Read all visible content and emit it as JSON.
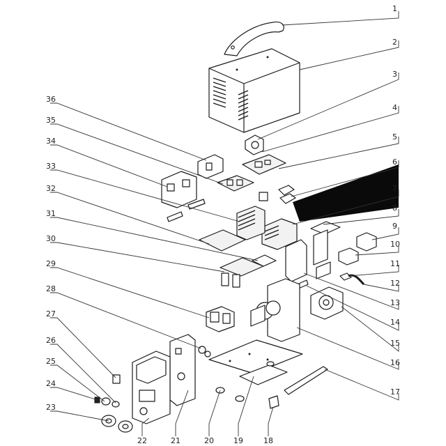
{
  "diagram": {
    "callouts": [
      {
        "label": "1"
      },
      {
        "label": "2"
      },
      {
        "label": "3"
      },
      {
        "label": "4"
      },
      {
        "label": "5"
      },
      {
        "label": "6"
      },
      {
        "label": "7"
      },
      {
        "label": "8"
      },
      {
        "label": "9"
      },
      {
        "label": "10"
      },
      {
        "label": "11"
      },
      {
        "label": "12"
      },
      {
        "label": "13"
      },
      {
        "label": "14"
      },
      {
        "label": "15"
      },
      {
        "label": "16"
      },
      {
        "label": "17"
      },
      {
        "label": "18"
      },
      {
        "label": "19"
      },
      {
        "label": "20"
      },
      {
        "label": "21"
      },
      {
        "label": "22"
      },
      {
        "label": "23"
      },
      {
        "label": "24"
      },
      {
        "label": "25"
      },
      {
        "label": "26"
      },
      {
        "label": "27"
      },
      {
        "label": "28"
      },
      {
        "label": "29"
      },
      {
        "label": "30"
      },
      {
        "label": "31"
      },
      {
        "label": "32"
      },
      {
        "label": "33"
      },
      {
        "label": "34"
      },
      {
        "label": "35"
      },
      {
        "label": "36"
      }
    ]
  }
}
